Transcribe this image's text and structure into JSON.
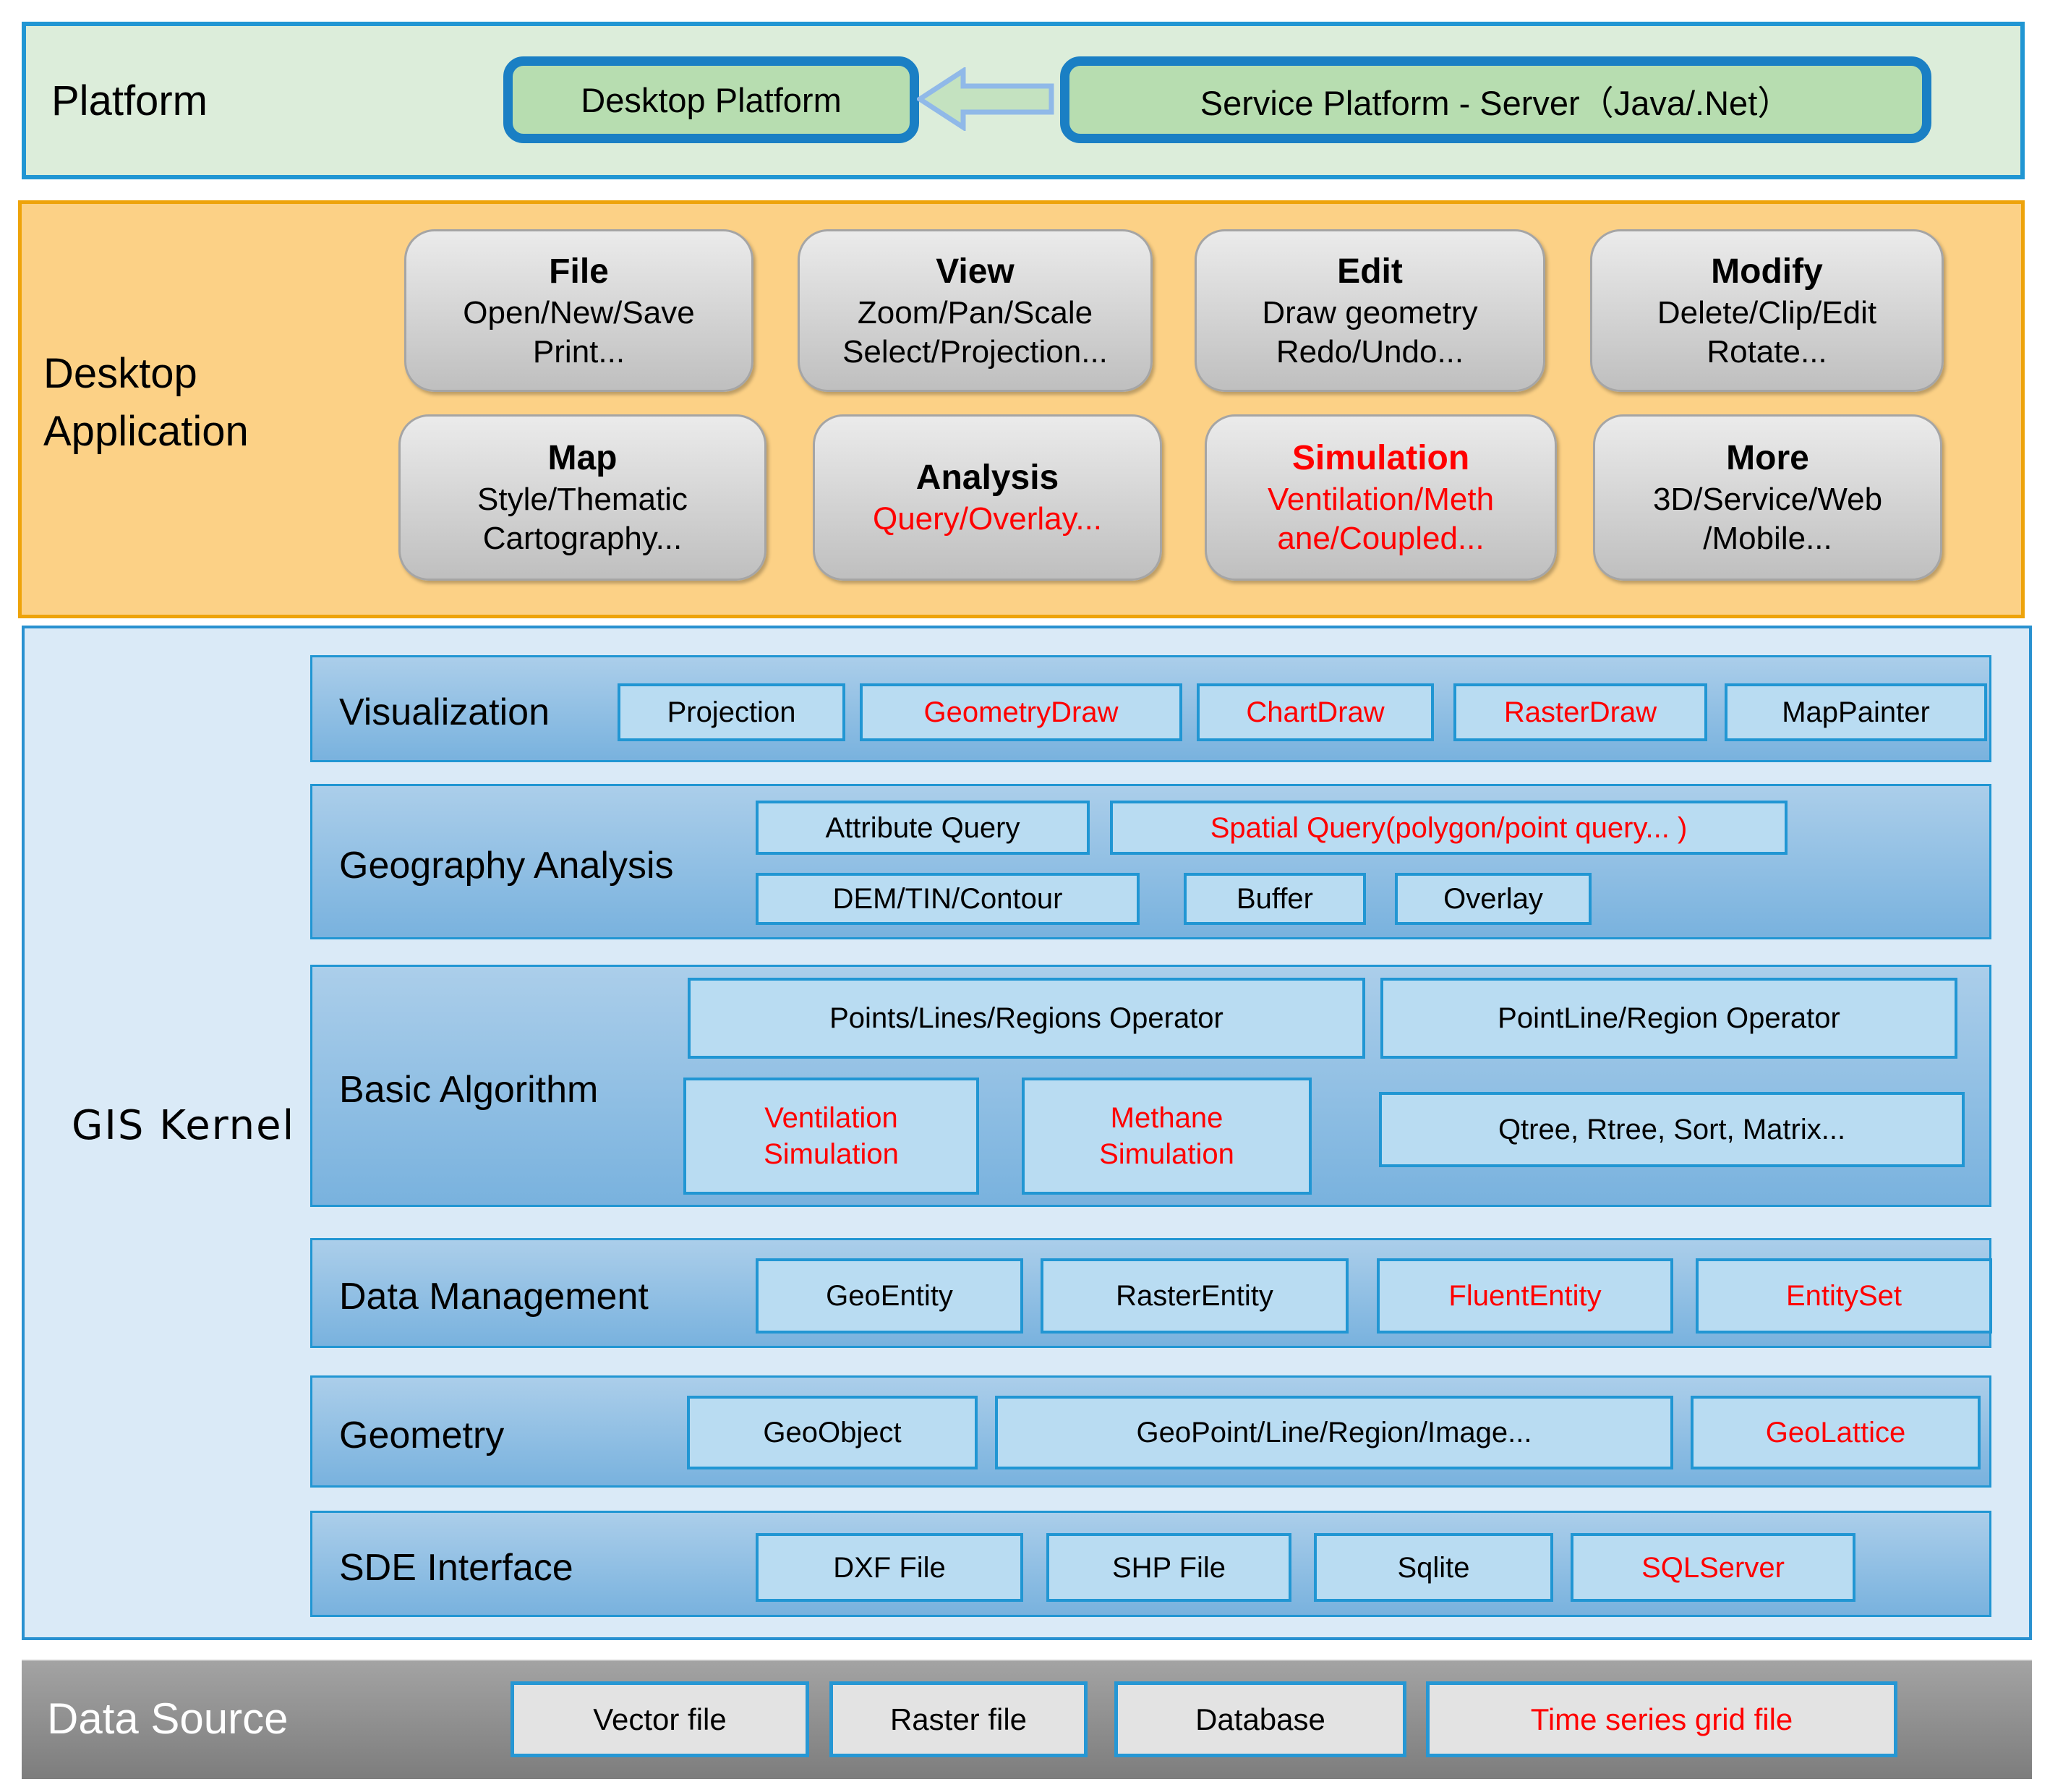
{
  "colors": {
    "accent_red": "#ff0000",
    "blue_border": "#2196d3",
    "green_band_bg": "#dcedda",
    "green_box_fill": "#b7ddb0",
    "gold_band_bg": "#fcd186",
    "gray_box_fill": "#d6d6d6",
    "kernel_band_bg": "#daeaf7",
    "kernel_row_fill": "#8fbce3",
    "kernel_box_fill": "#b9dcf2",
    "data_source_band_bg": "#8f8f8f"
  },
  "platform": {
    "label": "Platform",
    "desktop_box": "Desktop Platform",
    "left_arrow_icon": "left-block-arrow",
    "service_box": "Service Platform - Server（Java/.Net）"
  },
  "desktop_app": {
    "label": "Desktop\nApplication",
    "boxes": [
      {
        "title": "File",
        "subtitle": "Open/New/Save\nPrint..."
      },
      {
        "title": "View",
        "subtitle": "Zoom/Pan/Scale\nSelect/Projection..."
      },
      {
        "title": "Edit",
        "subtitle": "Draw geometry\nRedo/Undo..."
      },
      {
        "title": "Modify",
        "subtitle": "Delete/Clip/Edit\nRotate..."
      },
      {
        "title": "Map",
        "subtitle": "Style/Thematic\nCartography..."
      },
      {
        "title": "Analysis",
        "subtitle": "Query/Overlay...",
        "subtitle_emphasis": true
      },
      {
        "title": "Simulation",
        "subtitle": "Ventilation/Meth\nane/Coupled...",
        "title_emphasis": true,
        "subtitle_emphasis": true
      },
      {
        "title": "More",
        "subtitle": "3D/Service/Web\n/Mobile..."
      }
    ]
  },
  "gis_kernel": {
    "label": "GIS Kernel",
    "rows": [
      {
        "label": "Visualization",
        "boxes": [
          {
            "label": "Projection"
          },
          {
            "label": "GeometryDraw",
            "emphasis": true
          },
          {
            "label": "ChartDraw",
            "emphasis": true
          },
          {
            "label": "RasterDraw",
            "emphasis": true
          },
          {
            "label": "MapPainter"
          }
        ]
      },
      {
        "label": "Geography Analysis",
        "boxes": [
          {
            "label": "Attribute Query"
          },
          {
            "label": "Spatial Query(polygon/point query... )",
            "emphasis": true
          },
          {
            "label": "DEM/TIN/Contour"
          },
          {
            "label": "Buffer"
          },
          {
            "label": "Overlay"
          }
        ]
      },
      {
        "label": "Basic Algorithm",
        "boxes": [
          {
            "label": "Points/Lines/Regions Operator"
          },
          {
            "label": "PointLine/Region Operator"
          },
          {
            "label": "Ventilation\nSimulation",
            "emphasis": true
          },
          {
            "label": "Methane\nSimulation",
            "emphasis": true
          },
          {
            "label": "Qtree, Rtree, Sort, Matrix..."
          }
        ]
      },
      {
        "label": "Data Management",
        "boxes": [
          {
            "label": "GeoEntity"
          },
          {
            "label": "RasterEntity"
          },
          {
            "label": "FluentEntity",
            "emphasis": true
          },
          {
            "label": "EntitySet",
            "emphasis": true
          }
        ]
      },
      {
        "label": "Geometry",
        "boxes": [
          {
            "label": "GeoObject"
          },
          {
            "label": "GeoPoint/Line/Region/Image..."
          },
          {
            "label": "GeoLattice",
            "emphasis": true
          }
        ]
      },
      {
        "label": "SDE Interface",
        "boxes": [
          {
            "label": "DXF File"
          },
          {
            "label": "SHP File"
          },
          {
            "label": "Sqlite"
          },
          {
            "label": "SQLServer",
            "emphasis": true
          }
        ]
      }
    ]
  },
  "data_source": {
    "label": "Data Source",
    "boxes": [
      {
        "label": "Vector file"
      },
      {
        "label": "Raster file"
      },
      {
        "label": "Database"
      },
      {
        "label": "Time series grid file",
        "emphasis": true
      }
    ]
  }
}
